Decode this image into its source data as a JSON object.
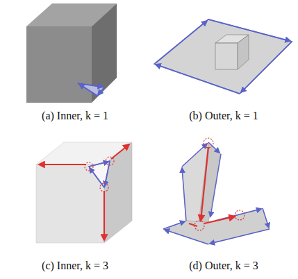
{
  "diagram": {
    "labels": [
      "(a) Inner, k = 1",
      "(b) Outer, k = 1",
      "(c) Inner, k = 3",
      "(d) Outer, k = 3"
    ]
  }
}
